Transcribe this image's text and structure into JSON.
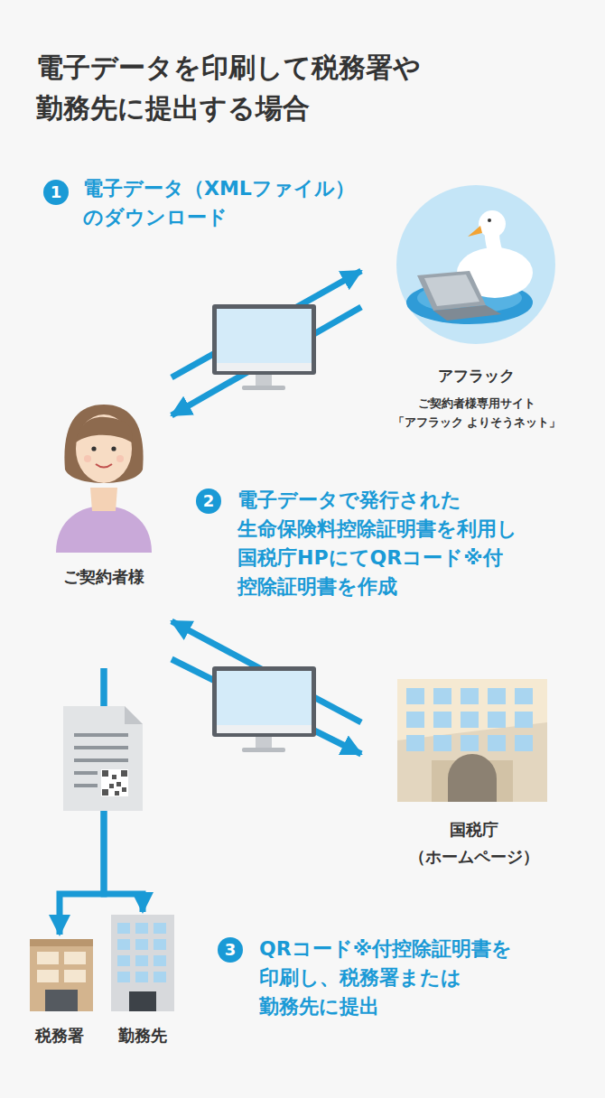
{
  "diagram": {
    "title": "電子データを印刷して税務署や 勤務先に提出する場合",
    "nodes": [
      {
        "text": [
          "アフラック",
          "ご契約者様専用サイト 「アフラック よりそうネット」"
        ]
      },
      {
        "text": [
          "ご契約者様"
        ]
      },
      {
        "text": [
          "国税庁",
          "（ホームページ）"
        ]
      },
      {
        "text": [
          "税務署"
        ]
      },
      {
        "text": [
          "勤務先"
        ]
      }
    ],
    "edges": [
      {
        "from": 1,
        "to": 0,
        "arrow": "to"
      },
      {
        "from": 0,
        "to": 1,
        "arrow": "to"
      },
      {
        "from": 2,
        "to": 1,
        "arrow": "to"
      },
      {
        "from": 1,
        "to": 2,
        "arrow": "to"
      },
      {
        "from": 1,
        "to": 3,
        "arrow": "to"
      },
      {
        "from": 1,
        "to": 4,
        "arrow": "to"
      }
    ],
    "labels": [
      "1",
      "電子データ（XMLファイル） のダウンロード",
      "2",
      "電子データで発行された 生命保険料控除証明書を利用し 国税庁HPにてQRコード※付 控除証明書を作成",
      "3",
      "QRコード※付控除証明書を 印刷し、税務署または 勤務先に提出"
    ]
  }
}
